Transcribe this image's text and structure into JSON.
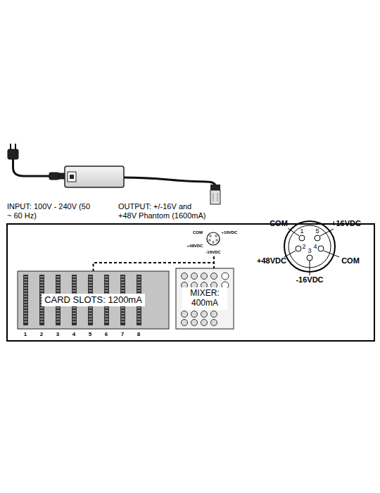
{
  "diagram": {
    "nodes": [
      {
        "text": [
          "COM",
          "+16VDC",
          "+48VDC",
          "-16VDC"
        ]
      },
      {
        "text": [
          "CARD SLOTS: 1200mA"
        ]
      },
      {
        "text": [
          "MIXER: 400mA"
        ]
      }
    ],
    "edges": [
      {
        "from": 0,
        "to": 1,
        "arrow": "none"
      },
      {
        "from": 0,
        "to": 2,
        "arrow": "none"
      }
    ],
    "labels": [
      "INPUT: 100V - 240V (50 ~ 60 Hz)",
      "OUTPUT: +/-16V and +48V Phantom (1600mA)",
      "1",
      "2",
      "3",
      "4",
      "5",
      "6",
      "7",
      "8",
      "COM",
      "+16VDC",
      "+48VDC",
      "-16VDC",
      "COM",
      "1",
      "2",
      "3",
      "4",
      "5"
    ]
  }
}
